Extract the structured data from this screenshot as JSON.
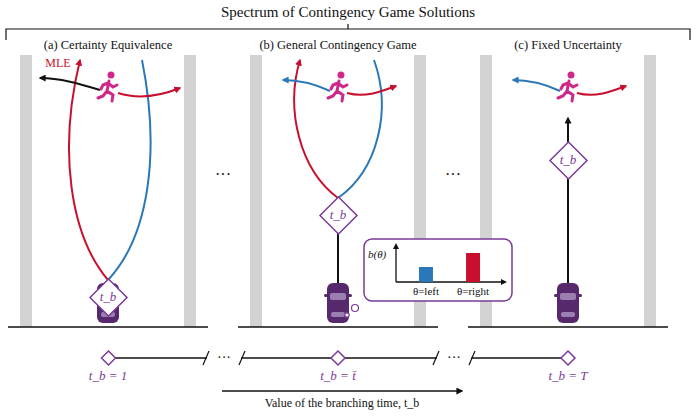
{
  "diagram": {
    "title": "Spectrum of Contingency Game Solutions",
    "nodes": [
      {
        "text": [
          "t_b"
        ]
      },
      {
        "text": [
          "t_b"
        ]
      },
      {
        "text": [
          "b(θ)",
          "θ=left",
          "θ=right"
        ]
      },
      {
        "text": [
          "t_b"
        ]
      },
      {
        "text": [
          "t_b = 1"
        ]
      },
      {
        "text": [
          "t_b = t̄"
        ]
      },
      {
        "text": [
          "t_b = T"
        ]
      }
    ],
    "edges": [
      {
        "from": 4,
        "to": 5,
        "arrow": "none"
      },
      {
        "from": 5,
        "to": 6,
        "arrow": "none"
      }
    ],
    "labels": [
      "(a) Certainty Equivalence",
      "(b) General Contingency Game",
      "(c) Fixed Uncertainty",
      "MLE",
      "···",
      "···",
      "···",
      "···",
      "Value of the branching time, t_b"
    ]
  }
}
